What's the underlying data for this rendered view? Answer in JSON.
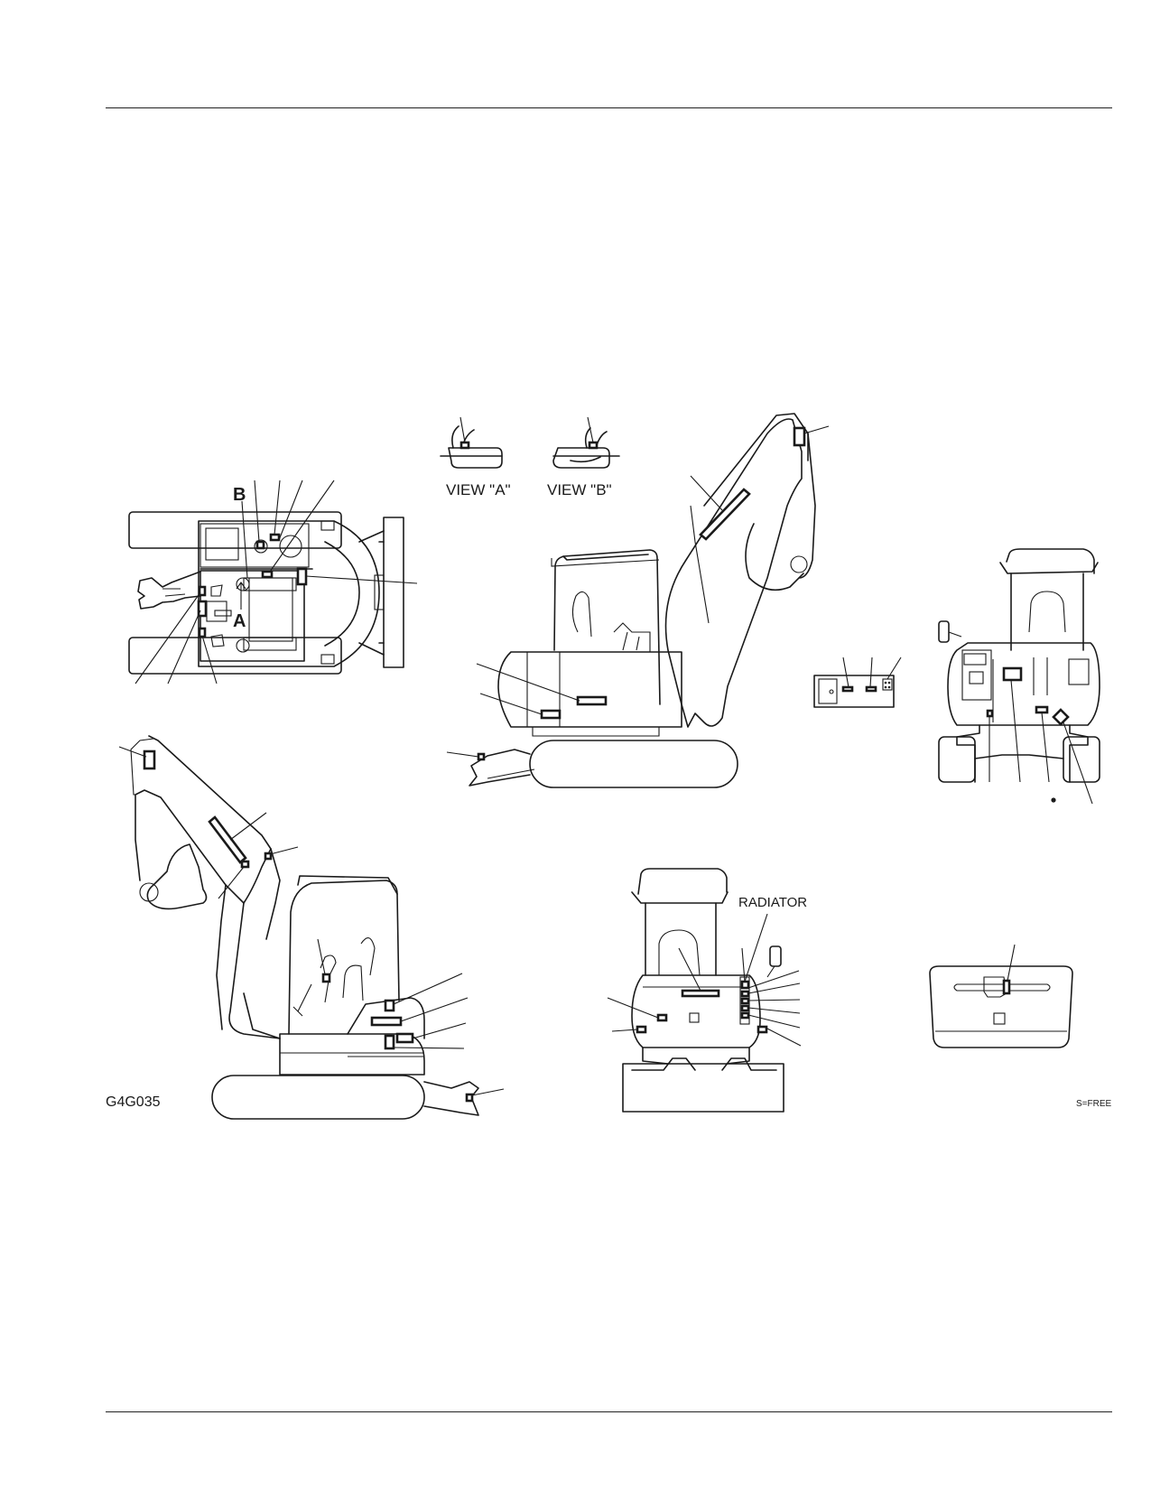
{
  "labels": {
    "view_a": "VIEW \"A\"",
    "view_b": "VIEW \"B\"",
    "letter_b": "B",
    "letter_a": "A",
    "radiator": "RADIATOR",
    "figure_code": "G4G035",
    "scale_note": "S=FREE"
  },
  "colors": {
    "line": "#1a1a1a",
    "background": "#ffffff"
  }
}
